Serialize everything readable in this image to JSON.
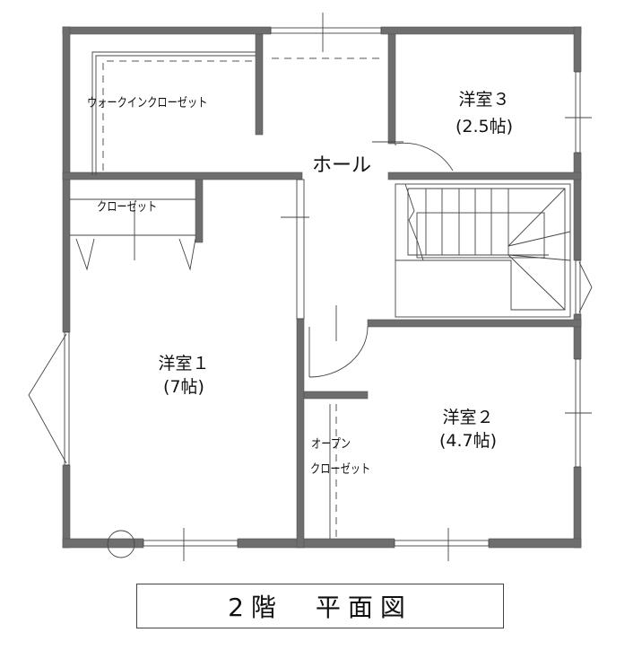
{
  "rooms": {
    "walk_in_closet": "ウォークインクローゼット",
    "western_room_3": {
      "name": "洋室３",
      "size": "(2.5帖)"
    },
    "hall": "ホール",
    "closet": "クローゼット",
    "western_room_1": {
      "name": "洋室１",
      "size": "(7帖)"
    },
    "western_room_2": {
      "name": "洋室２",
      "size": "(4.7帖)"
    },
    "open_closet": {
      "line1": "オープン",
      "line2": "クローゼット"
    }
  },
  "title": "2階　平面図"
}
